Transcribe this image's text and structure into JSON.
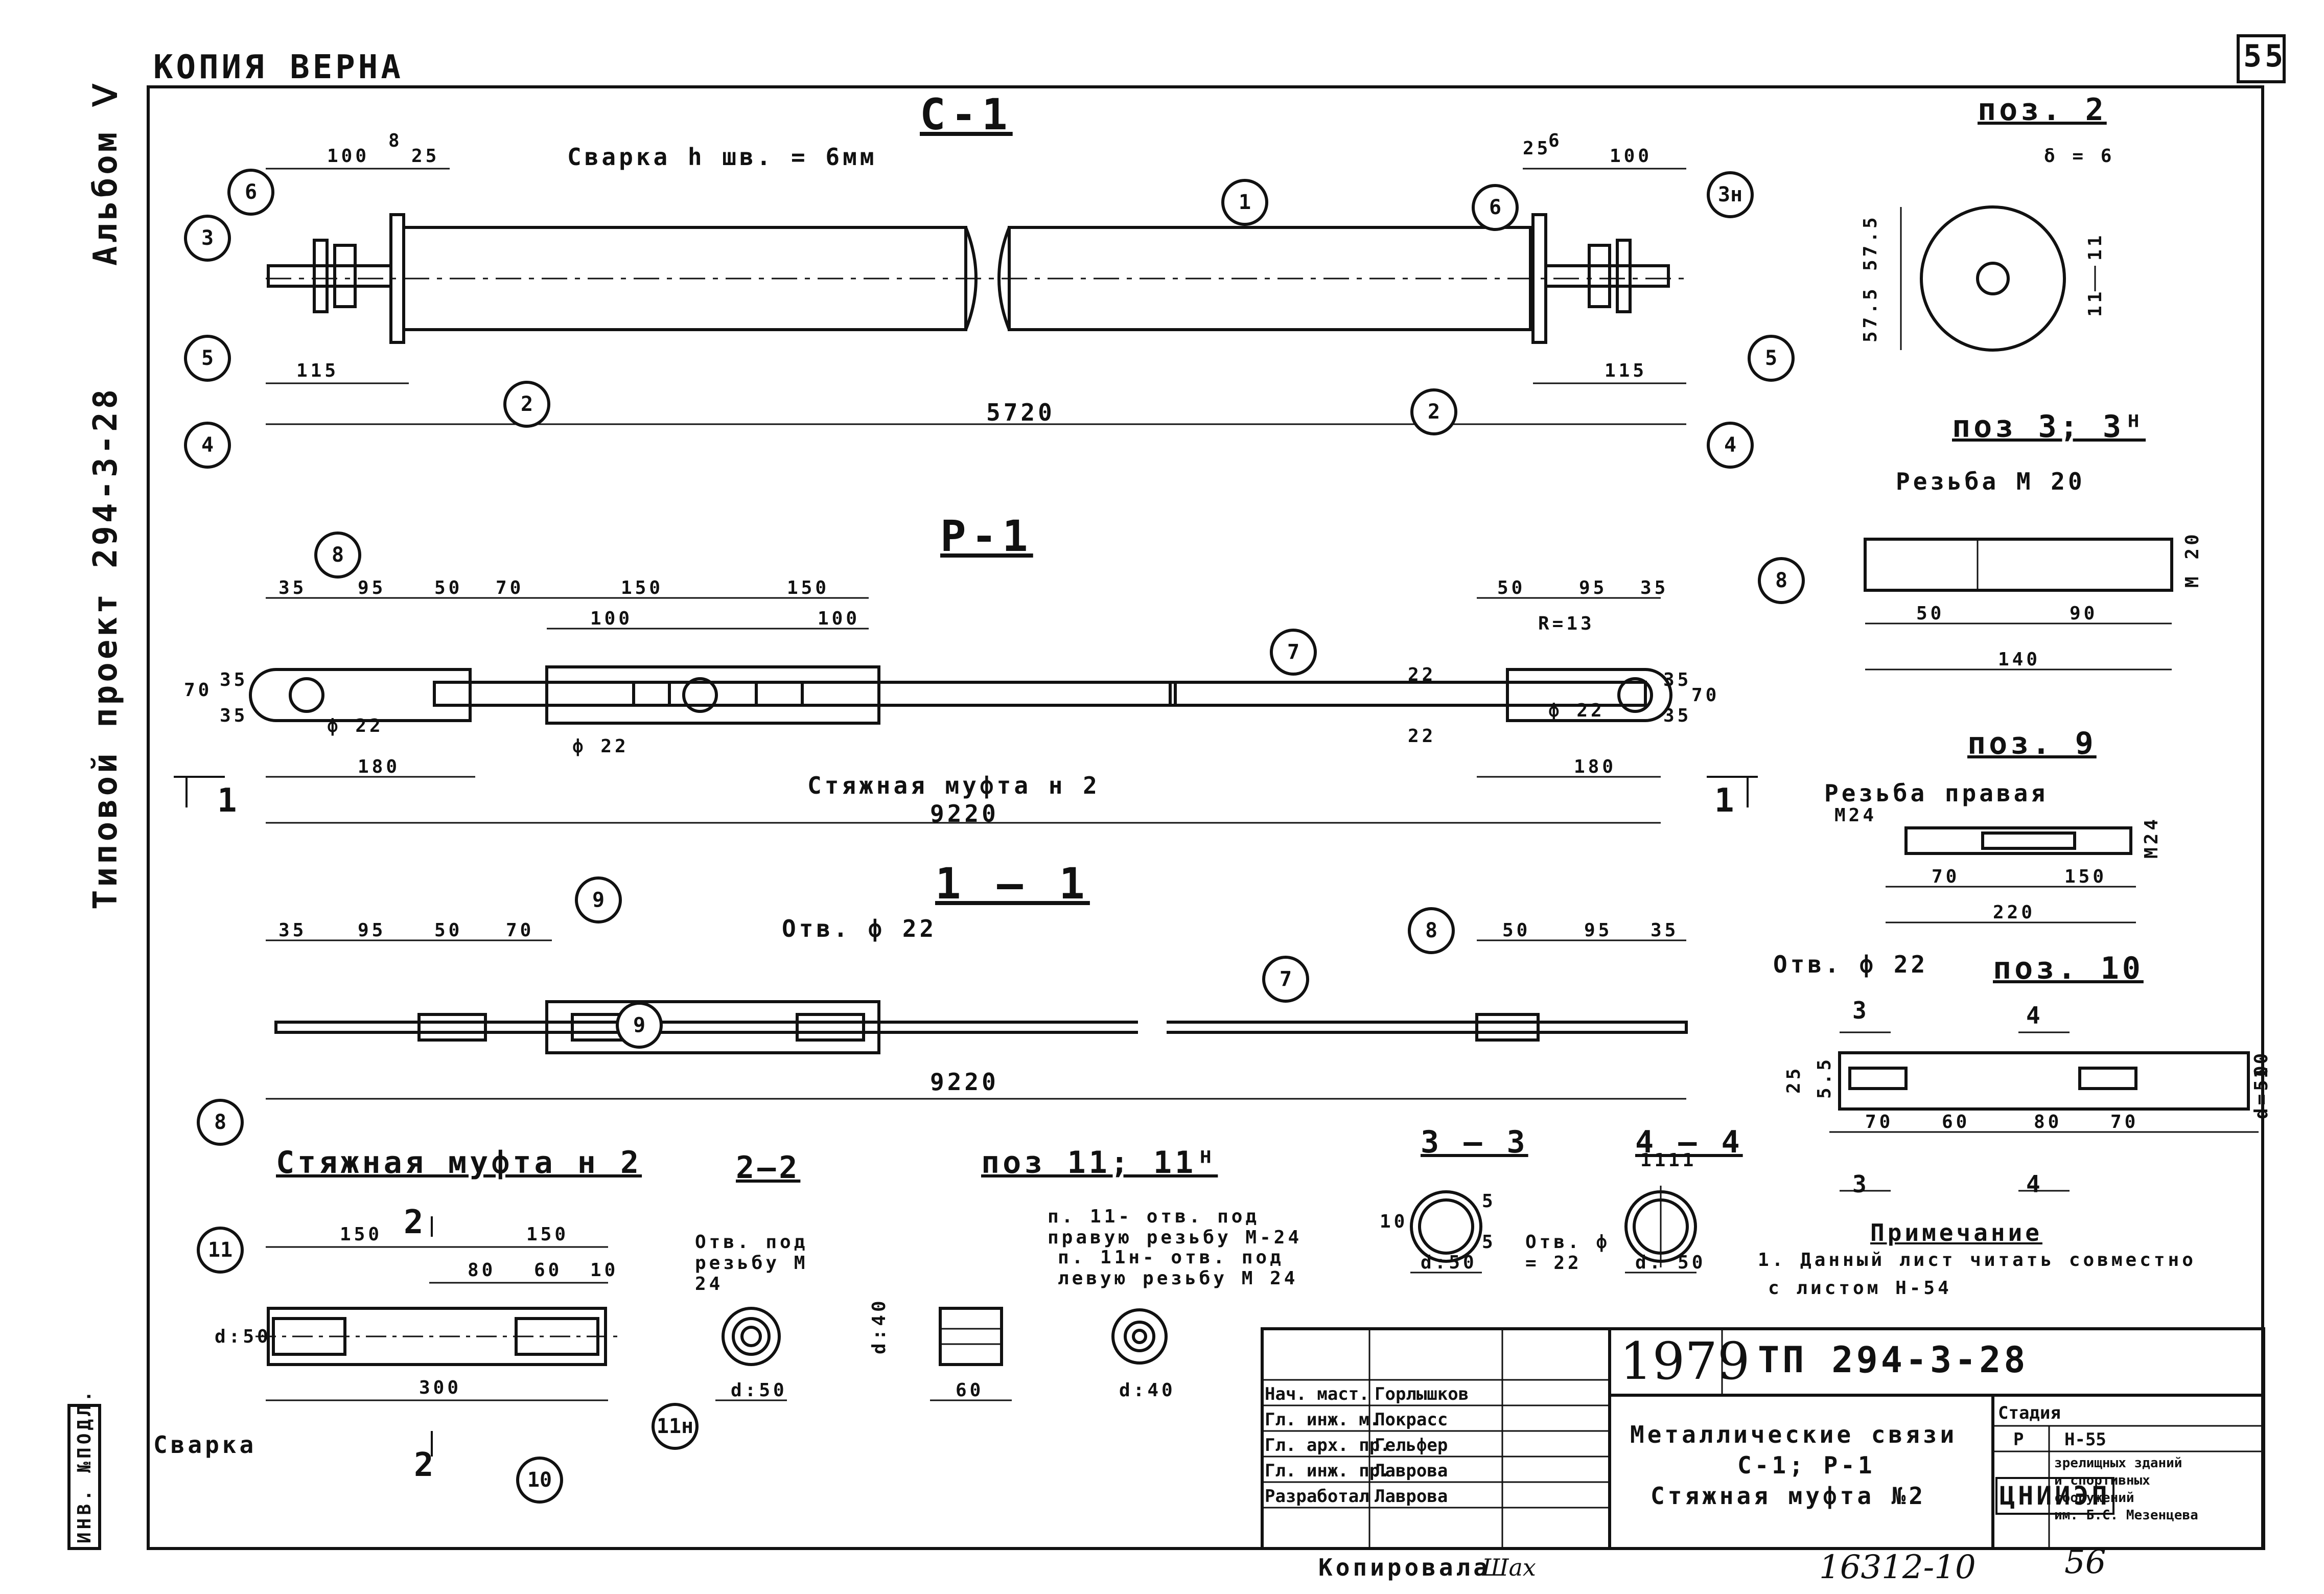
{
  "header": {
    "copy_stamp": "КОПИЯ ВЕРНА",
    "page_number": "55",
    "album": "Альбом Ⅴ",
    "project": "Типовой проект 294-3-28",
    "inventory": "ИНВ. №ПОДЛ."
  },
  "views": {
    "c1": {
      "title": "С-1",
      "weld_note": "Сварка h шв. = 6мм",
      "dims": [
        "100",
        "8",
        "25",
        "115",
        "5720",
        "25",
        "6",
        "100",
        "115"
      ]
    },
    "p1": {
      "title": "Р-1",
      "dims": [
        "35",
        "95",
        "50",
        "70",
        "150",
        "150",
        "100",
        "100",
        "70",
        "35",
        "35",
        "180",
        "9220",
        "50",
        "95",
        "35",
        "22",
        "22",
        "35",
        "35",
        "70",
        "180"
      ],
      "phi1": "ф 22",
      "phi2": "ф 22",
      "phi3": "ф 22",
      "radius": "R=13",
      "coupling_label": "Стяжная муфта н 2",
      "section_mark": "1"
    },
    "s11": {
      "title": "1 — 1",
      "hole_note": "Отв. ф 22",
      "dims": [
        "35",
        "95",
        "50",
        "70",
        "50",
        "95",
        "35",
        "9220"
      ]
    },
    "coupling": {
      "title": "Стяжная муфта н 2",
      "dims": [
        "150",
        "150",
        "80",
        "60",
        "10",
        "300",
        "d:50"
      ],
      "weld_label": "Сварка",
      "section_mark": "2"
    },
    "s22": {
      "title": "2—2",
      "note": "Отв. под резьбу М 24",
      "dim": "d:50"
    },
    "pos11": {
      "title": "поз 11; 11ᴴ",
      "note1": "п. 11- отв. под правую резьбу М-24",
      "note2": "п. 11н- отв. под левую резьбу М 24",
      "dims": [
        "d:40",
        "60",
        "d:40"
      ]
    },
    "s33": {
      "title": "3 — 3",
      "dims": [
        "10",
        "5",
        "5",
        "d:50"
      ]
    },
    "s44": {
      "title": "4 — 4",
      "dims": [
        "11",
        "11"
      ],
      "hole": "Отв. ф = 22",
      "dim": "d. 50"
    },
    "pos2": {
      "title": "поз. 2",
      "dims": [
        "δ = 6",
        "57.5",
        "57.5",
        "11",
        "11"
      ]
    },
    "pos3": {
      "title": "поз 3; 3ᴴ",
      "thread": "Резьба М 20",
      "dims": [
        "50",
        "90",
        "140",
        "М 20"
      ]
    },
    "pos9": {
      "title": "поз. 9",
      "thread": "Резьба правая",
      "thread_size": "М24",
      "dims": [
        "70",
        "150",
        "220",
        "М24"
      ]
    },
    "pos10": {
      "title": "поз. 10",
      "hole": "Отв. ф 22",
      "dims": [
        "70",
        "60",
        "80",
        "70",
        "25",
        "5.5",
        "10",
        "d=50"
      ],
      "sections": [
        "3",
        "4",
        "3",
        "4"
      ]
    }
  },
  "callouts": [
    "1",
    "2",
    "3",
    "4",
    "5",
    "6",
    "3н",
    "2",
    "4",
    "5",
    "6",
    "8",
    "8",
    "7",
    "9",
    "9",
    "7",
    "8",
    "8",
    "11",
    "10",
    "11н"
  ],
  "note": {
    "heading": "Примечание",
    "text1": "1. Данный лист читать совместно",
    "text2": "с листом  Н-54"
  },
  "title_block": {
    "year": "1979",
    "code": "ТП 294-3-28",
    "roles": [
      "Нач. маст.",
      "Гл. инж. м.",
      "Гл. арх. пр.",
      "Гл. инж. пр.",
      "Разработал"
    ],
    "names": [
      "Горлышков",
      "Покрасс",
      "Гельфер",
      "Лаврова",
      "Лаврова"
    ],
    "description1": "Металлические связи",
    "description2": "С-1; Р-1",
    "description3": "Стяжная муфта №2",
    "stage_label": "Стадия",
    "stage": "Р",
    "sheet": "Н-55",
    "org": "ЦНИИЭП",
    "org_desc1": "зрелищных зданий",
    "org_desc2": "и спортивных",
    "org_desc3": "сооружений",
    "org_desc4": "им. Б.С. Мезенцева"
  },
  "footer": {
    "copied_by": "Копировала",
    "copied_sign": "Шах",
    "order_number": "16312-10",
    "sheet_number": "56"
  }
}
